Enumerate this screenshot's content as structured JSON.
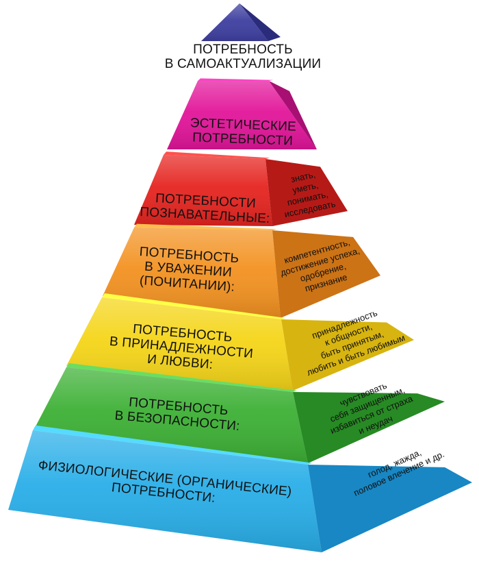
{
  "levels": [
    {
      "id": "self-actualization",
      "front_lines": [
        "ПОТРЕБНОСТЬ",
        "В САМОАКТУАЛИЗАЦИИ"
      ],
      "side_lines": [],
      "colors": {
        "front": "#3e3fa0",
        "side": "#2a2b7a"
      }
    },
    {
      "id": "aesthetic",
      "front_lines": [
        "ЭСТЕТИЧЕСКИЕ",
        "ПОТРЕБНОСТИ"
      ],
      "side_lines": [],
      "colors": {
        "front": "#e2159a",
        "side": "#a80f72"
      }
    },
    {
      "id": "cognitive",
      "front_lines": [
        "ПОТРЕБНОСТИ",
        "ПОЗНАВАТЕЛЬНЫЕ:"
      ],
      "side_lines": [
        "знать,",
        "уметь,",
        "понимать,",
        "исследовать"
      ],
      "colors": {
        "front": "#e52420",
        "side": "#b61a17"
      }
    },
    {
      "id": "esteem",
      "front_lines": [
        "ПОТРЕБНОСТЬ",
        "В УВАЖЕНИИ",
        "(ПОЧИТАНИИ):"
      ],
      "side_lines": [
        "компетентность,",
        "достижение успеха,",
        "одобрение,",
        "признание"
      ],
      "colors": {
        "front": "#f39221",
        "side": "#cc7316"
      }
    },
    {
      "id": "belonging",
      "front_lines": [
        "ПОТРЕБНОСТЬ",
        "В ПРИНАДЛЕЖНОСТИ",
        "И ЛЮБВИ:"
      ],
      "side_lines": [
        "принадлежность",
        "к общности,",
        "быть принятым,",
        "любить и быть любимым"
      ],
      "colors": {
        "front": "#f5d519",
        "side": "#d7b40f"
      }
    },
    {
      "id": "safety",
      "front_lines": [
        "ПОТРЕБНОСТЬ",
        "В БЕЗОПАСНОСТИ:"
      ],
      "side_lines": [
        "чувствовать",
        "себя защищенным,",
        "избавиться от страха",
        "и неудач"
      ],
      "colors": {
        "front": "#3db035",
        "side": "#278a24"
      }
    },
    {
      "id": "physiological",
      "front_lines": [
        "ФИЗИОЛОГИЧЕСКИЕ (ОРГАНИЧЕСКИЕ)",
        "ПОТРЕБНОСТИ:"
      ],
      "side_lines": [
        "голод, жажда,",
        "половое влечение и др."
      ],
      "colors": {
        "front": "#29aee8",
        "side": "#1887c4"
      }
    }
  ]
}
